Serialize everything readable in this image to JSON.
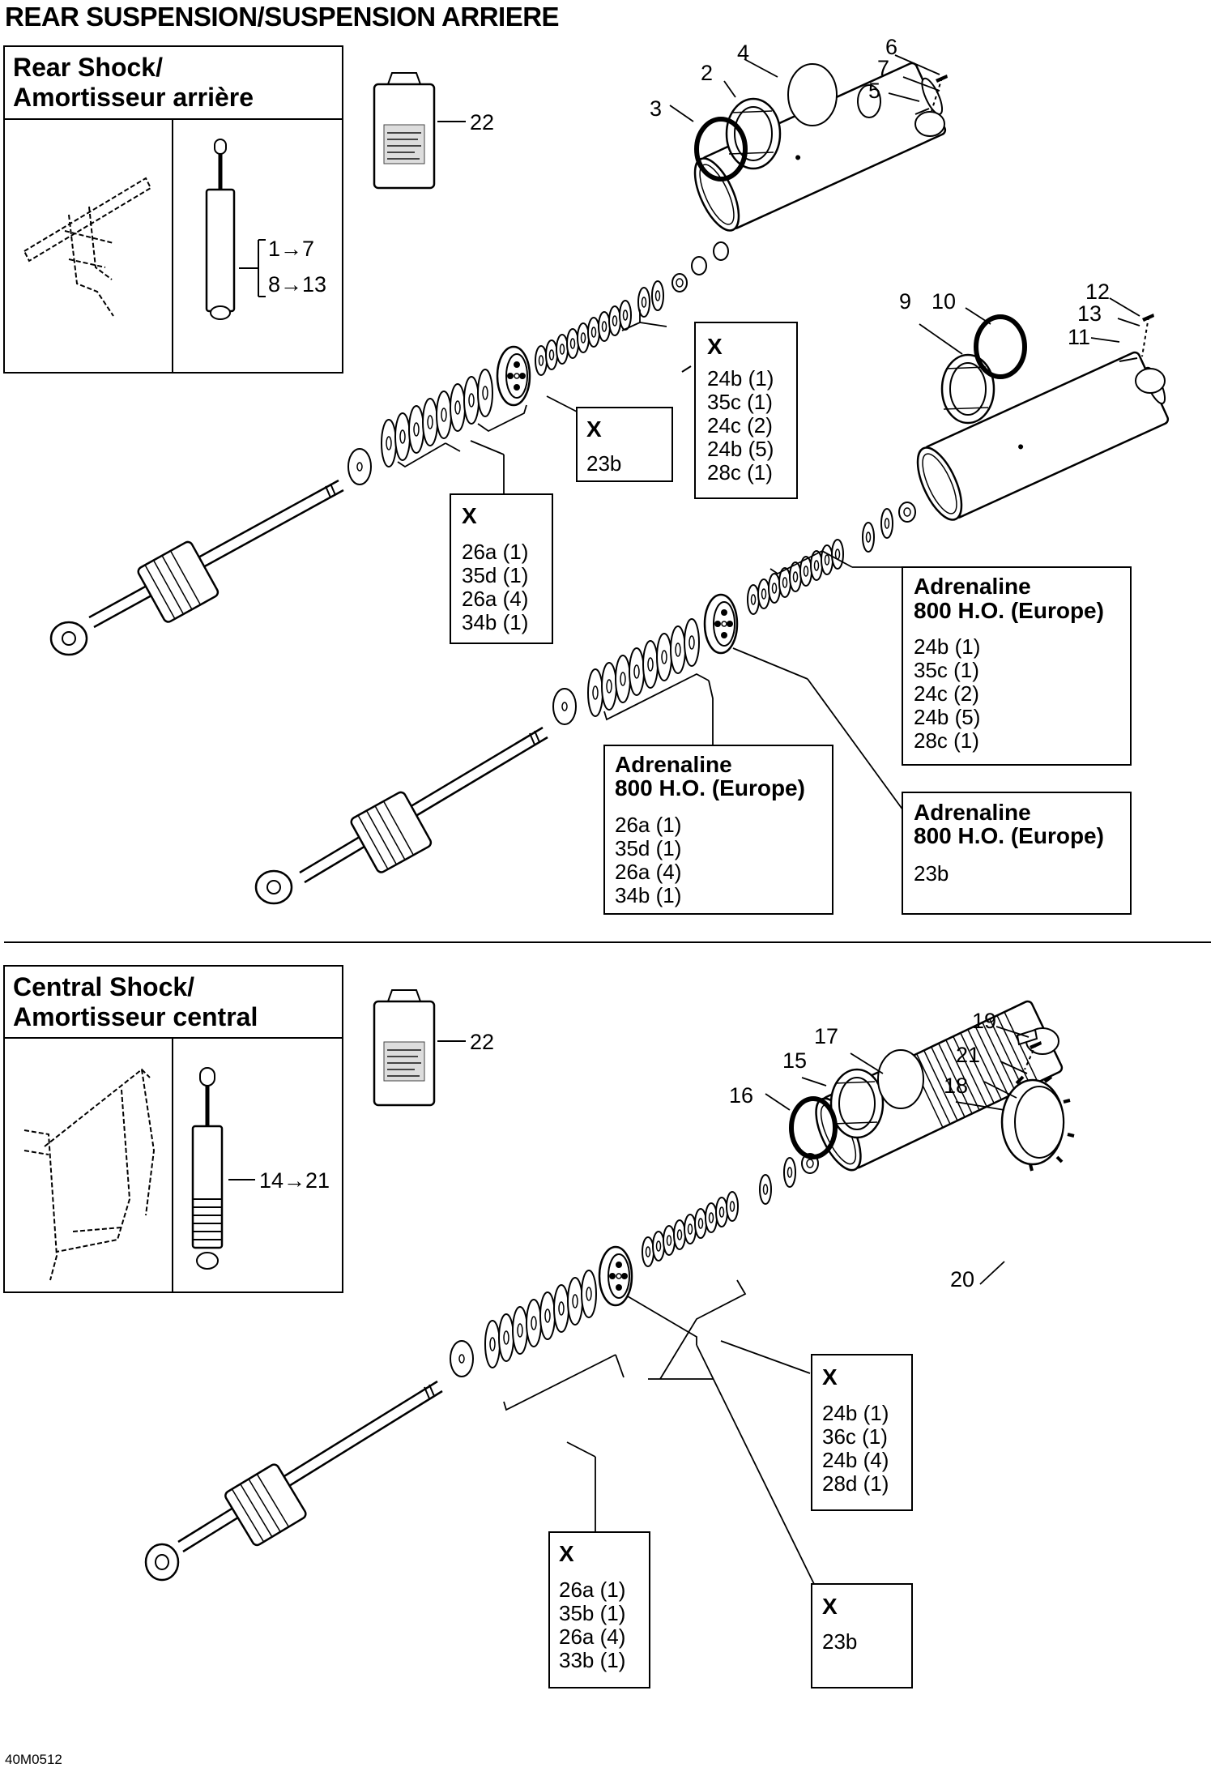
{
  "page_title": "REAR SUSPENSION/SUSPENSION ARRIERE",
  "figure_code": "40M0512",
  "sections": [
    {
      "title_line1": "Rear Shock/",
      "title_line2": "Amortisseur arrière",
      "inset_ranges": [
        "1→7",
        "8→13"
      ]
    },
    {
      "title_line1": "Central Shock/",
      "title_line2": "Amortisseur central",
      "inset_ranges": [
        "14→21"
      ]
    }
  ],
  "callouts": {
    "c1": "2",
    "c2": "3",
    "c3": "4",
    "c4": "5",
    "c5": "6",
    "c6": "7",
    "c7": "9",
    "c8": "10",
    "c9": "11",
    "c10": "12",
    "c11": "13",
    "c12": "15",
    "c13": "16",
    "c14": "17",
    "c15": "18",
    "c16": "19",
    "c17": "20",
    "c18": "21",
    "c19": "22",
    "c20": "22"
  },
  "kit_boxes": {
    "b1": {
      "header": [
        "X"
      ],
      "items": [
        "24b (1)",
        "35c (1)",
        "24c (2)",
        "24b (5)",
        "28c (1)"
      ]
    },
    "b2": {
      "header": [
        "X"
      ],
      "items": [
        "23b"
      ]
    },
    "b3": {
      "header": [
        "X"
      ],
      "items": [
        "26a (1)",
        "35d (1)",
        "26a (4)",
        "34b (1)"
      ]
    },
    "b4": {
      "header": [
        "Adrenaline",
        "800 H.O. (Europe)"
      ],
      "items": [
        "24b (1)",
        "35c (1)",
        "24c (2)",
        "24b (5)",
        "28c (1)"
      ]
    },
    "b5": {
      "header": [
        "Adrenaline",
        "800 H.O. (Europe)"
      ],
      "items": [
        "26a (1)",
        "35d (1)",
        "26a (4)",
        "34b (1)"
      ]
    },
    "b6": {
      "header": [
        "Adrenaline",
        "800 H.O. (Europe)"
      ],
      "items": [
        "23b"
      ]
    },
    "b7": {
      "header": [
        "X"
      ],
      "items": [
        "24b (1)",
        "36c (1)",
        "24b (4)",
        "28d (1)"
      ]
    },
    "b8": {
      "header": [
        "X"
      ],
      "items": [
        "26a (1)",
        "35b (1)",
        "26a (4)",
        "33b (1)"
      ]
    },
    "b9": {
      "header": [
        "X"
      ],
      "items": [
        "23b"
      ]
    }
  }
}
